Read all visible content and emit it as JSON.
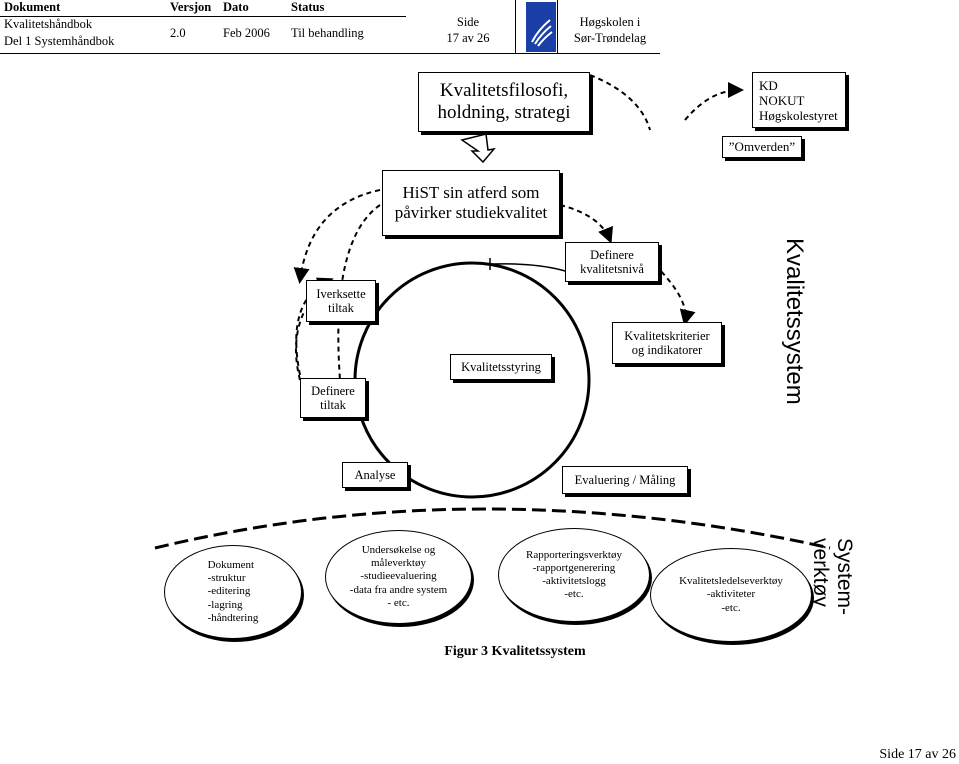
{
  "header": {
    "col_headers": [
      "Dokument",
      "Versjon",
      "Dato",
      "Status"
    ],
    "doc_line1": "Kvalitetshåndbok",
    "doc_line2": "Del 1 Systemhåndbok",
    "version": "2.0",
    "date": "Feb 2006",
    "status": "Til behandling",
    "side_label": "Side",
    "side_value": "17 av 26",
    "org_line1": "Høgskolen i",
    "org_line2": "Sør-Trøndelag"
  },
  "diagram": {
    "philosophy_l1": "Kvalitetsfilosofi,",
    "philosophy_l2": "holdning, strategi",
    "ext_l1": "KD",
    "ext_l2": "NOKUT",
    "ext_l3": "Høgskolestyret",
    "omverden": "”Omverden”",
    "hist_l1": "HiST sin atferd som",
    "hist_l2": "påvirker studiekvalitet",
    "iverksette_l1": "Iverksette",
    "iverksette_l2": "tiltak",
    "definere_tiltak_l1": "Definere",
    "definere_tiltak_l2": "tiltak",
    "definere_niva_l1": "Definere",
    "definere_niva_l2": "kvalitetsnivå",
    "kriterier_l1": "Kvalitetskriterier",
    "kriterier_l2": "og indikatorer",
    "kvalitetsstyring": "Kvalitetsstyring",
    "analyse": "Analyse",
    "evaluering": "Evaluering / Måling",
    "kvalitetssystem": "Kvalitetssystem",
    "systemverktoy_l1": "System-",
    "systemverktoy_l2": "verktøy"
  },
  "tools": {
    "dokument": [
      "Dokument",
      "-struktur",
      "-editering",
      "-lagring",
      "-håndtering"
    ],
    "undersokelse": [
      "Undersøkelse og",
      "måleverktøy",
      "-studieevaluering",
      "-data fra andre system",
      "- etc."
    ],
    "rapportering": [
      "Rapporteringsverktøy",
      "-rapportgenerering",
      "-aktivitetslogg",
      "-etc."
    ],
    "kvalitetsledelse": [
      "Kvalitetsledelseverktøy",
      "-aktiviteter",
      "-etc."
    ]
  },
  "caption": "Figur 3 Kvalitetssystem",
  "footer": "Side 17 av 26"
}
